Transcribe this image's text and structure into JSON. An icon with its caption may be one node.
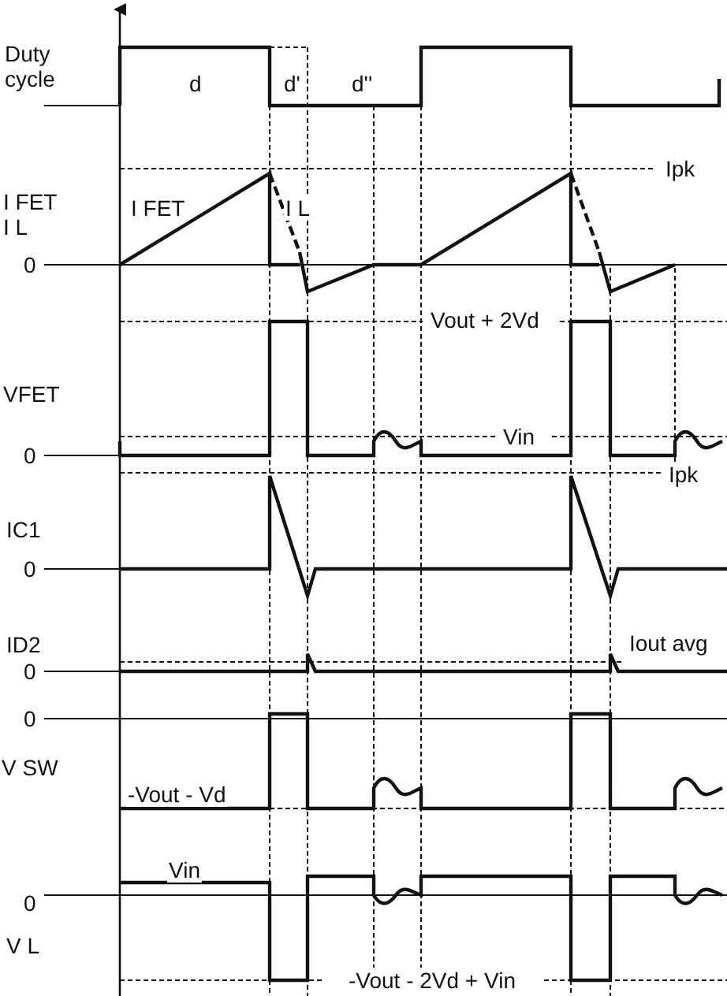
{
  "diagram": {
    "labels": [
      "Duty cycle",
      "d",
      "d'",
      "d''",
      "Ipk",
      "I FET I L",
      "I FET",
      "I L",
      "0",
      "Vout + 2Vd",
      "VFET",
      "Vin",
      "0",
      "Ipk",
      "IC1",
      "0",
      "ID2",
      "Iout avg",
      "0",
      "0",
      "V SW",
      "-Vout - Vd",
      "Vin",
      "0",
      "V L",
      "-Vout - 2Vd + Vin"
    ]
  }
}
